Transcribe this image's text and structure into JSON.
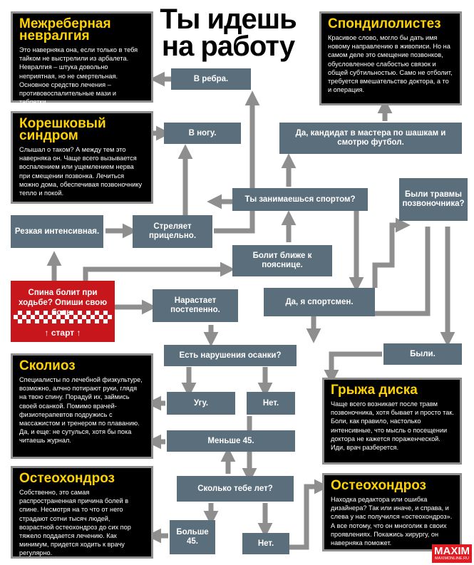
{
  "title": "Ты идешь на работу",
  "start": {
    "question": "Спина болит при ходьбе? Опиши свою боль.",
    "label": "↑ старт ↑"
  },
  "nodes": {
    "v_rebra": "В ребра.",
    "v_nogu": "В ногу.",
    "kandidat": "Да, кандидат в мастера по шашкам и смотрю футбол.",
    "sport_q": "Ты занимаешься спортом?",
    "travmy_q": "Были травмы позвоночника?",
    "rezkaya": "Резкая интенсивная.",
    "strelyaet": "Стреляет прицельно.",
    "bolit_blizhe": "Болит ближе к пояснице.",
    "narastaet": "Нарастает постепенно.",
    "da_sportsmen": "Да, я спортсмен.",
    "byli": "Были.",
    "osanka_q": "Есть нарушения осанки?",
    "ugu": "Угу.",
    "net1": "Нет.",
    "menshe45": "Меньше 45.",
    "vozrast_q": "Сколько тебе лет?",
    "bolshe45": "Больше 45.",
    "net2": "Нет."
  },
  "boxes": {
    "nevralgia": {
      "title": "Межреберная невралгия",
      "text": "Это наверняка она, если только в тебя тайком не выстрелили из арбалета. Невралгия – штука довольно неприятная, но не смертельная. Основное средство лечения – противовоспалительные мази и таблетки."
    },
    "koreshkovy": {
      "title": "Корешковый синдром",
      "text": "Слышал о таком? А между тем это наверняка он. Чаще всего вызывается воспалением или ущемлением нерва при смещении позвонка. Лечиться можно дома, обеспечивая позвоночнику тепло и покой."
    },
    "spondilolistez": {
      "title": "Спондилолистез",
      "text": "Красивое слово, могло бы дать имя новому направлению в живописи. Но на самом деле это смещение позвонков, обусловленное слабостью связок и общей субтильностью. Само не отболит, требуется вмешательство доктора, а то и операция."
    },
    "skolioz": {
      "title": "Сколиоз",
      "text": "Специалисты по лечебной физкультуре, возможно, алчно потирают руки, глядя на твою спину. Порадуй их, займись своей осанкой. Помимо врачей-физиотерапевтов подружись с массажистом и тренером по плаванию. Да, и еще: не сутулься, хотя бы пока читаешь журнал."
    },
    "gryzha": {
      "title": "Грыжа диска",
      "text": "Чаще всего возникает после травм позвоночника, хотя бывает и просто так. Боли, как правило, настолько интенсивные, что мысль о посещении доктора не кажется пораженческой. Иди, врач разберется."
    },
    "osteo1": {
      "title": "Остеохондроз",
      "text": "Собственно, это самая распространенная причина болей в спине. Несмотря на то что от него страдают сотни тысяч людей, возрастной остеохондроз до сих пор тяжело поддается лечению. Как минимум, придется ходить к врачу регулярно."
    },
    "osteo2": {
      "title": "Остеохондроз",
      "text": "Находка редактора или ошибка дизайнера? Так или иначе, и справа, и слева у нас получился «остеохондроз». А все потому, что он многолик в своих проявлениях. Покажись хирургу, он наверняка поможет."
    }
  },
  "logo": {
    "brand": "MAXIM",
    "site": "MAXIMONLINE.RU"
  },
  "colors": {
    "node": "#5b6e7b",
    "arrow": "#8e8e8e",
    "box_title": "#ffd200",
    "start": "#c8161d"
  }
}
